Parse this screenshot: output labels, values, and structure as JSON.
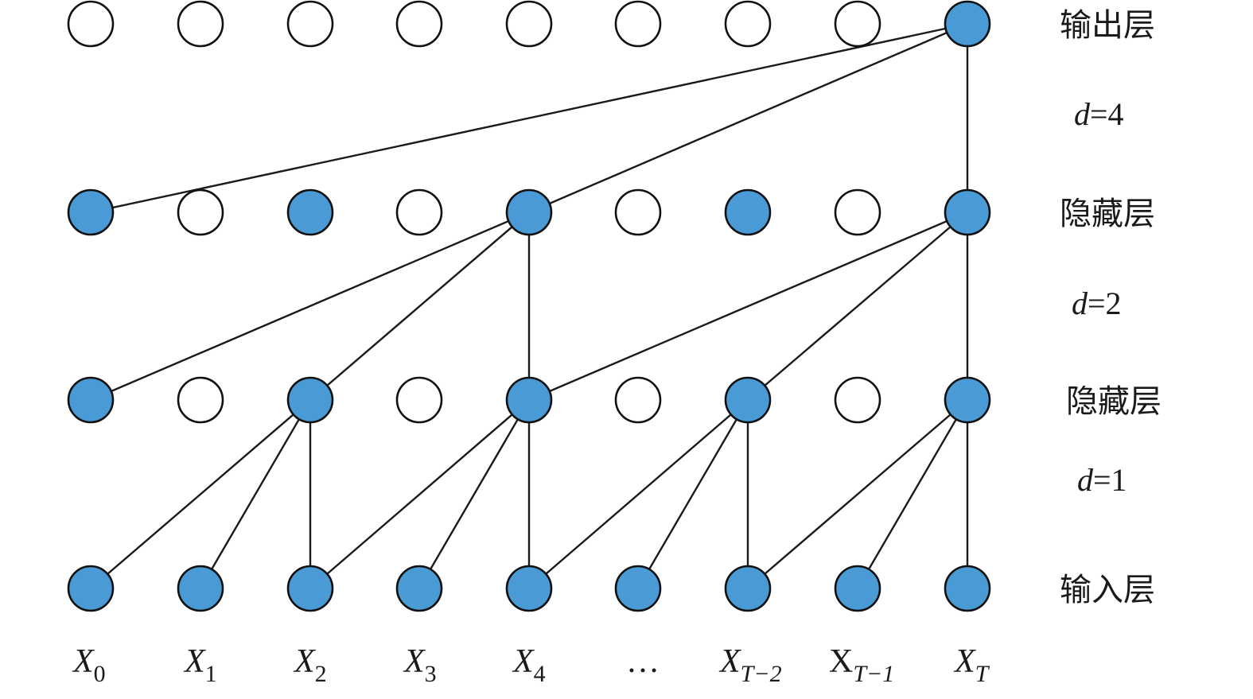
{
  "colors": {
    "active_fill": "#4a9ad6",
    "inactive_fill": "#ffffff",
    "stroke": "#111111",
    "edge": "#1a1a1a"
  },
  "layers": [
    {
      "label": "输出层",
      "active": [
        false,
        false,
        false,
        false,
        false,
        false,
        false,
        false,
        true
      ]
    },
    {
      "label": "隐藏层",
      "active": [
        true,
        false,
        true,
        false,
        true,
        false,
        true,
        false,
        true
      ]
    },
    {
      "label": "隐藏层",
      "active": [
        true,
        false,
        true,
        false,
        true,
        false,
        true,
        false,
        true
      ]
    },
    {
      "label": "输入层",
      "active": [
        true,
        true,
        true,
        true,
        true,
        true,
        true,
        true,
        true
      ]
    }
  ],
  "dilations": [
    {
      "var": "d",
      "text": "=4"
    },
    {
      "var": "d",
      "text": "=2"
    },
    {
      "var": "d",
      "text": "=1"
    }
  ],
  "edges": [
    {
      "from": [
        0,
        8
      ],
      "to": [
        1,
        0
      ]
    },
    {
      "from": [
        0,
        8
      ],
      "to": [
        1,
        4
      ]
    },
    {
      "from": [
        0,
        8
      ],
      "to": [
        1,
        8
      ]
    },
    {
      "from": [
        1,
        4
      ],
      "to": [
        2,
        0
      ]
    },
    {
      "from": [
        1,
        4
      ],
      "to": [
        2,
        2
      ]
    },
    {
      "from": [
        1,
        4
      ],
      "to": [
        2,
        4
      ]
    },
    {
      "from": [
        1,
        8
      ],
      "to": [
        2,
        4
      ]
    },
    {
      "from": [
        1,
        8
      ],
      "to": [
        2,
        6
      ]
    },
    {
      "from": [
        1,
        8
      ],
      "to": [
        2,
        8
      ]
    },
    {
      "from": [
        2,
        2
      ],
      "to": [
        3,
        0
      ]
    },
    {
      "from": [
        2,
        2
      ],
      "to": [
        3,
        1
      ]
    },
    {
      "from": [
        2,
        2
      ],
      "to": [
        3,
        2
      ]
    },
    {
      "from": [
        2,
        4
      ],
      "to": [
        3,
        2
      ]
    },
    {
      "from": [
        2,
        4
      ],
      "to": [
        3,
        3
      ]
    },
    {
      "from": [
        2,
        4
      ],
      "to": [
        3,
        4
      ]
    },
    {
      "from": [
        2,
        6
      ],
      "to": [
        3,
        4
      ]
    },
    {
      "from": [
        2,
        6
      ],
      "to": [
        3,
        5
      ]
    },
    {
      "from": [
        2,
        6
      ],
      "to": [
        3,
        6
      ]
    },
    {
      "from": [
        2,
        8
      ],
      "to": [
        3,
        6
      ]
    },
    {
      "from": [
        2,
        8
      ],
      "to": [
        3,
        7
      ]
    },
    {
      "from": [
        2,
        8
      ],
      "to": [
        3,
        8
      ]
    }
  ],
  "x_labels": [
    {
      "base": "X",
      "italic": true,
      "sub": "0"
    },
    {
      "base": "X",
      "italic": true,
      "sub": "1"
    },
    {
      "base": "X",
      "italic": true,
      "sub": "2"
    },
    {
      "base": "X",
      "italic": true,
      "sub": "3"
    },
    {
      "base": "X",
      "italic": true,
      "sub": "4"
    },
    {
      "base": "…",
      "italic": false,
      "sub": ""
    },
    {
      "base": "X",
      "italic": true,
      "sub": "T−2"
    },
    {
      "base": "X",
      "italic": false,
      "sub": "T−1"
    },
    {
      "base": "X",
      "italic": true,
      "sub": "T"
    }
  ]
}
